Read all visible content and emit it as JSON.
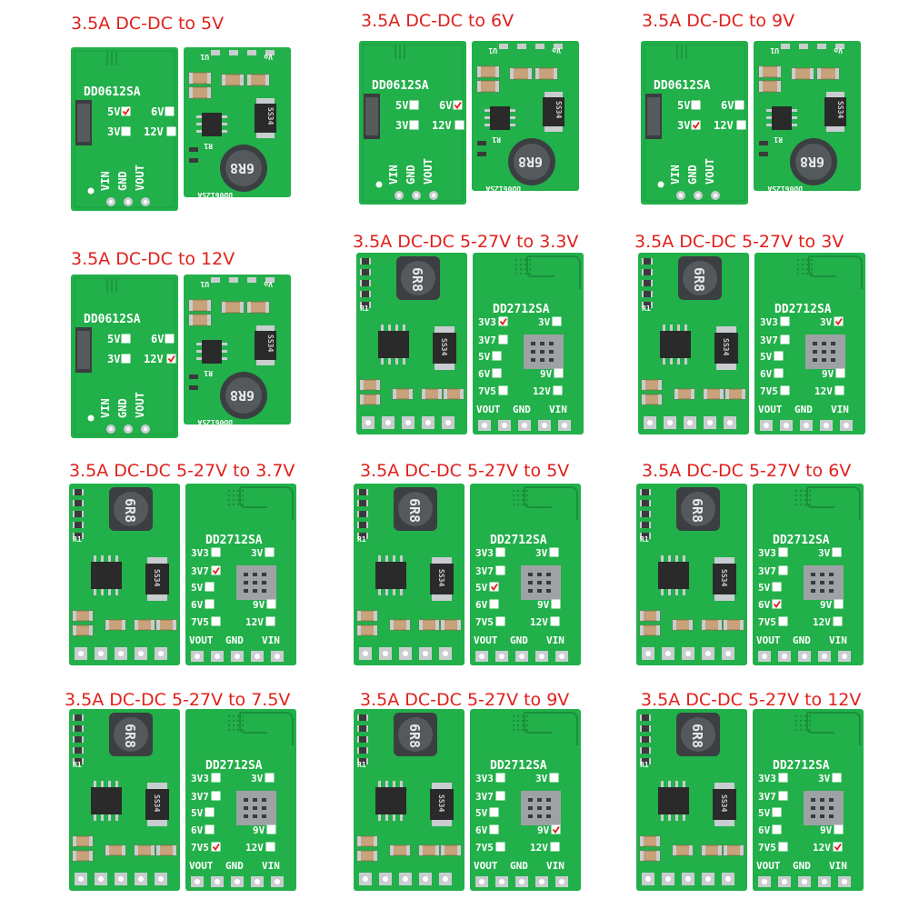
{
  "colors": {
    "title_red": "#e0201c",
    "pcb_green": "#22b04a",
    "pcb_green_dark": "#1a8f3c",
    "silk_white": "#ffffff",
    "pad_silver": "#c9cdd0",
    "chip_black": "#2a2a2a",
    "cap_tan": "#c8a27a"
  },
  "panels": [
    {
      "title": "3.5A DC-DC to 5V",
      "board_type": "DD0612SA",
      "selected": "5V"
    },
    {
      "title": "3.5A DC-DC to 6V",
      "board_type": "DD0612SA",
      "selected": "6V"
    },
    {
      "title": "3.5A DC-DC to 9V",
      "board_type": "DD0612SA",
      "selected": "3V"
    },
    {
      "title": "3.5A DC-DC to 12V",
      "board_type": "DD0612SA",
      "selected": "12V"
    },
    {
      "title": "3.5A DC-DC 5-27V to 3.3V",
      "board_type": "DD2712SA",
      "selected": "3V3"
    },
    {
      "title": "3.5A DC-DC 5-27V to 3V",
      "board_type": "DD2712SA",
      "selected": "3V"
    },
    {
      "title": "3.5A DC-DC 5-27V to 3.7V",
      "board_type": "DD2712SA",
      "selected": "3V7"
    },
    {
      "title": "3.5A DC-DC 5-27V to 5V",
      "board_type": "DD2712SA",
      "selected": "5V"
    },
    {
      "title": "3.5A DC-DC 5-27V to 6V",
      "board_type": "DD2712SA",
      "selected": "6V"
    },
    {
      "title": "3.5A DC-DC 5-27V to 7.5V",
      "board_type": "DD2712SA",
      "selected": "7V5"
    },
    {
      "title": "3.5A DC-DC 5-27V to 9V",
      "board_type": "DD2712SA",
      "selected": "9V"
    },
    {
      "title": "3.5A DC-DC 5-27V to 12V",
      "board_type": "DD2712SA",
      "selected": "12V"
    }
  ],
  "board_a": {
    "name": "DD0612SA",
    "options": [
      "5V",
      "6V",
      "3V",
      "12V"
    ],
    "pins": [
      "VIN",
      "GND",
      "VOUT"
    ],
    "u1": "U1",
    "vo": "Vo",
    "r1": "R1",
    "inductor": "6R8",
    "diode": "SS34",
    "back_code": "DD0612SA"
  },
  "board_b": {
    "name": "DD2712SA",
    "options": [
      "3V3",
      "3V",
      "3V7",
      "5V",
      "6V",
      "9V",
      "7V5",
      "12V"
    ],
    "pins": [
      "VOUT",
      "GND",
      "VIN"
    ],
    "r1": "R1",
    "inductor": "6R8",
    "diode": "SS34"
  }
}
